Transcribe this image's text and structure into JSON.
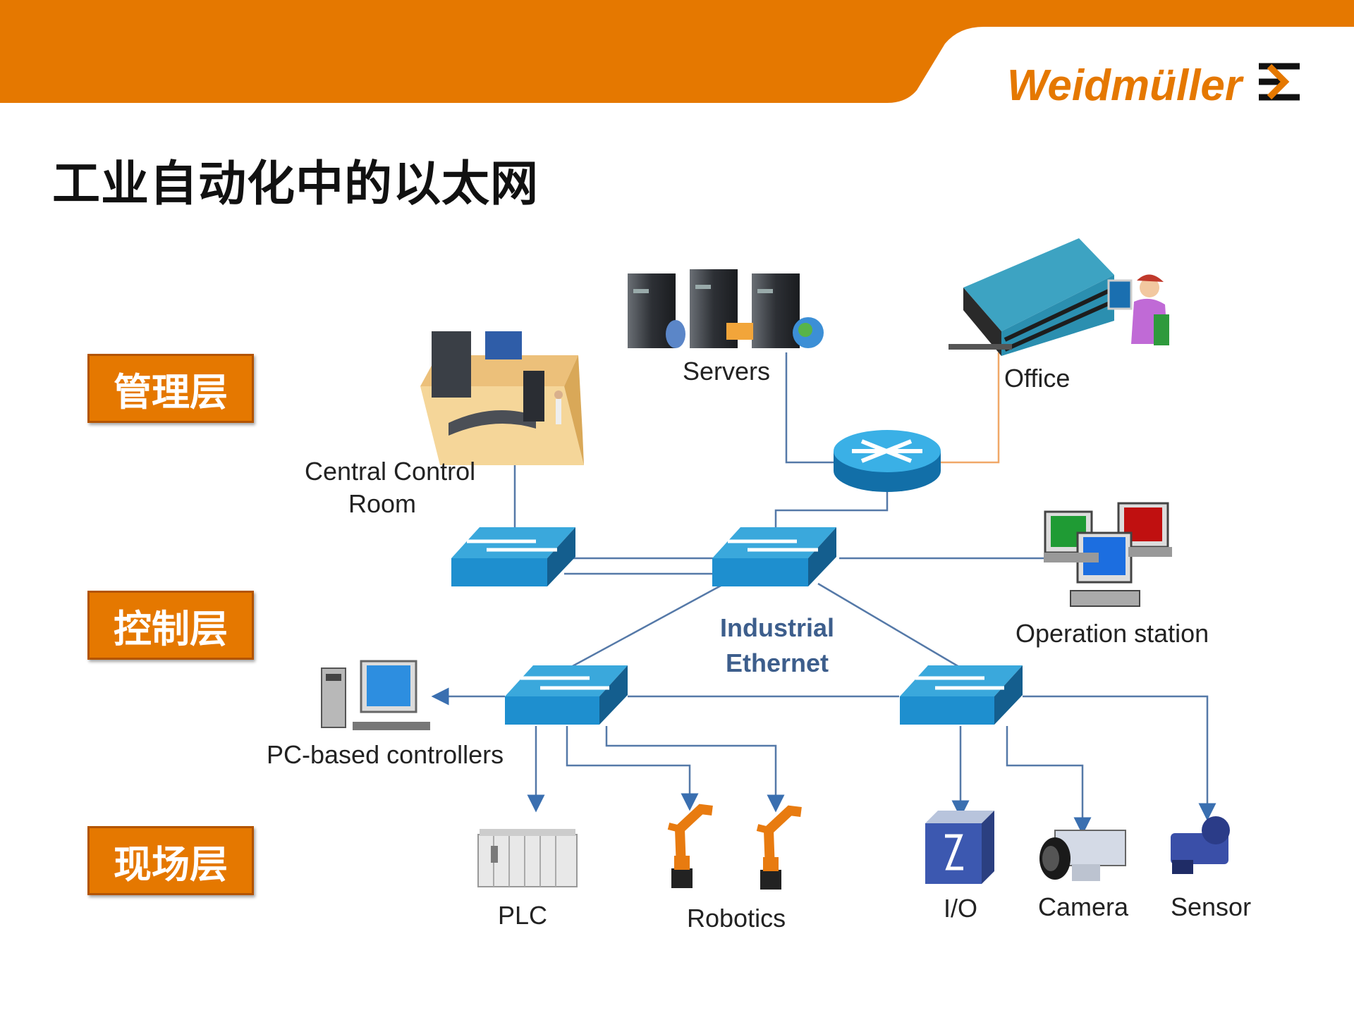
{
  "header": {
    "brand": "Weidmüller",
    "accent": "#e57800"
  },
  "title": "工业自动化中的以太网",
  "layers": [
    "管理层",
    "控制层",
    "现场层"
  ],
  "nodes": {
    "servers": "Servers",
    "office": "Office",
    "control_room_1": "Central Control",
    "control_room_2": "Room",
    "operation_station": "Operation station",
    "ethernet_1": "Industrial",
    "ethernet_2": "Ethernet",
    "pc_controllers": "PC-based controllers",
    "plc": "PLC",
    "robotics": "Robotics",
    "io": "I/O",
    "camera": "Camera",
    "sensor": "Sensor"
  }
}
